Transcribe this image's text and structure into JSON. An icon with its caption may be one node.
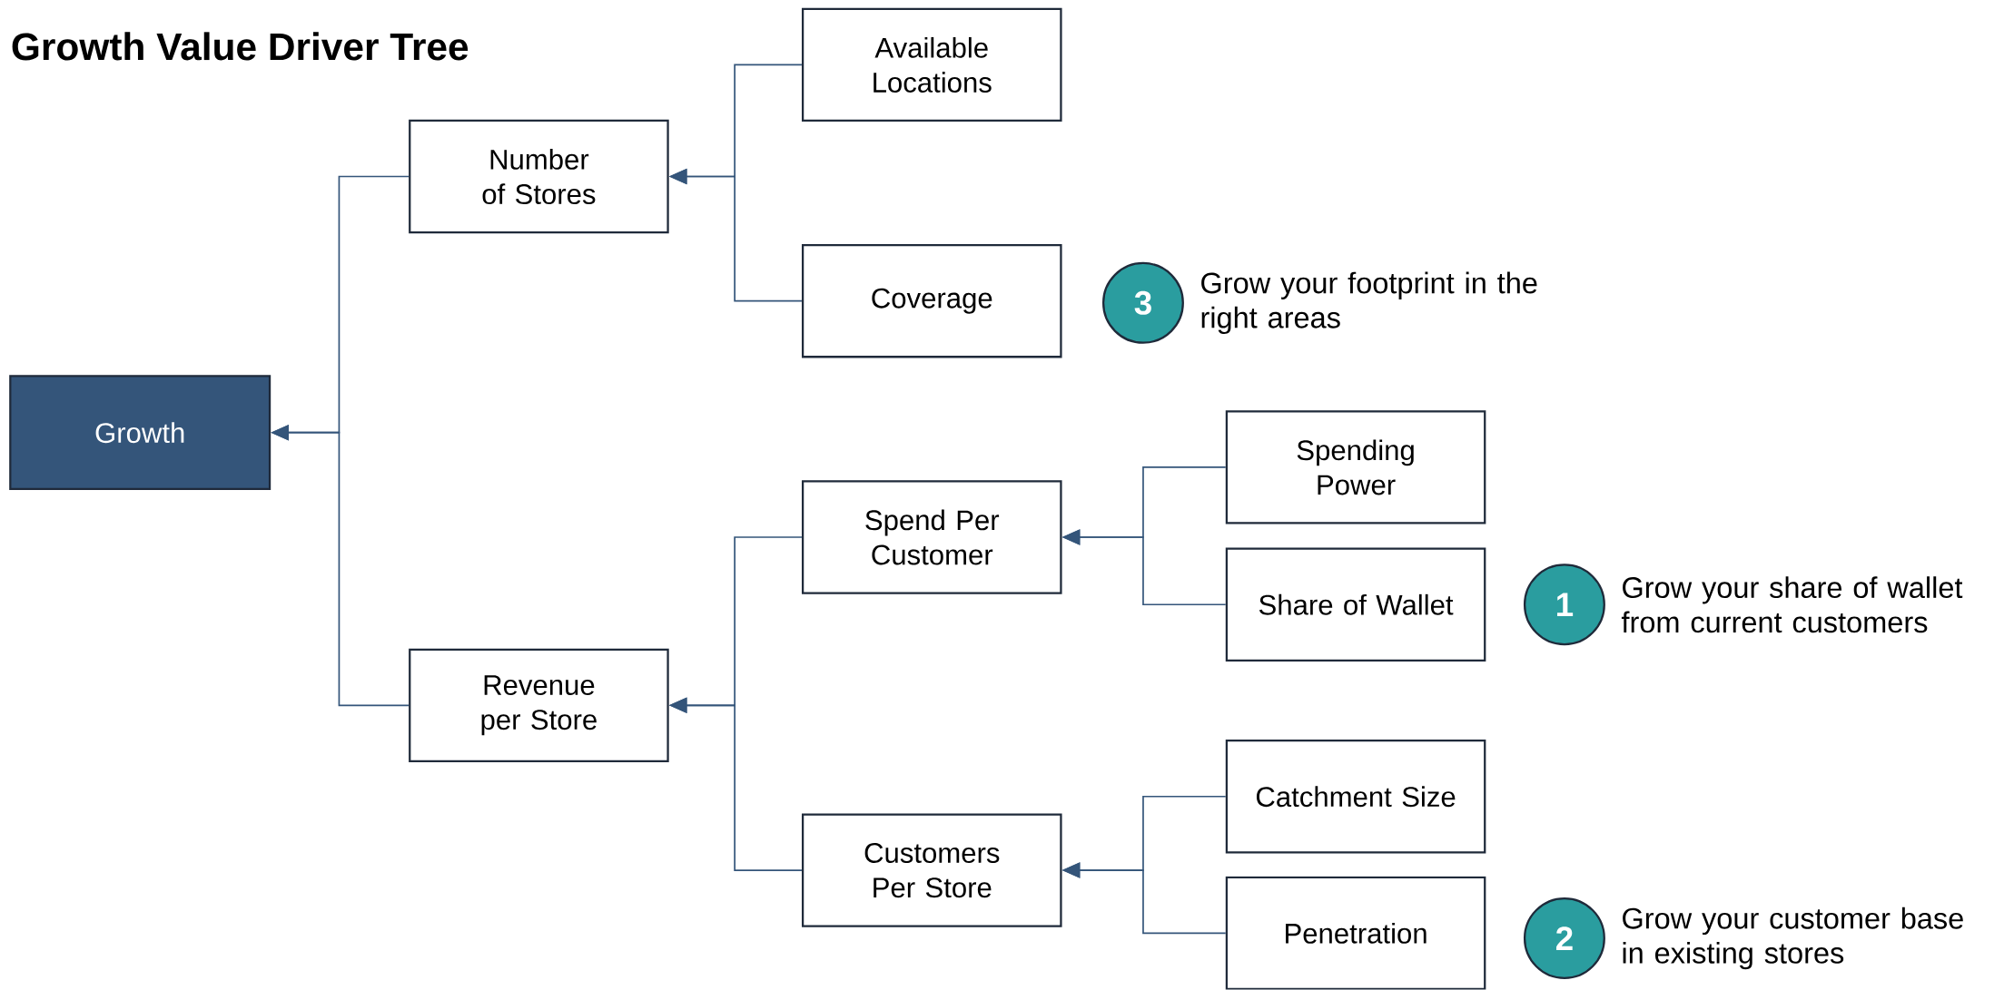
{
  "diagram": {
    "title": "Growth Value Driver Tree",
    "nodes": [
      {
        "text": [
          "Growth"
        ]
      },
      {
        "text": [
          "Number of Stores"
        ]
      },
      {
        "text": [
          "Revenue per Store"
        ]
      },
      {
        "text": [
          "Available Locations"
        ]
      },
      {
        "text": [
          "Coverage"
        ]
      },
      {
        "text": [
          "Spend Per Customer"
        ]
      },
      {
        "text": [
          "Customers Per Store"
        ]
      },
      {
        "text": [
          "Spending Power"
        ]
      },
      {
        "text": [
          "Share of Wallet"
        ]
      },
      {
        "text": [
          "Catchment Size"
        ]
      },
      {
        "text": [
          "Penetration"
        ]
      },
      {
        "text": [
          "3"
        ],
        "beside": [
          "Grow your footprint in the right areas"
        ]
      },
      {
        "text": [
          "1"
        ],
        "beside": [
          "Grow your share of wallet from current customers"
        ]
      },
      {
        "text": [
          "2"
        ],
        "beside": [
          "Grow your customer base in existing stores"
        ]
      }
    ],
    "edges": [
      {
        "from": 1,
        "to": 0,
        "arrow": "to"
      },
      {
        "from": 2,
        "to": 0,
        "arrow": "to"
      },
      {
        "from": 3,
        "to": 1,
        "arrow": "to"
      },
      {
        "from": 4,
        "to": 1,
        "arrow": "to"
      },
      {
        "from": 5,
        "to": 2,
        "arrow": "to"
      },
      {
        "from": 6,
        "to": 2,
        "arrow": "to"
      },
      {
        "from": 7,
        "to": 5,
        "arrow": "to"
      },
      {
        "from": 8,
        "to": 5,
        "arrow": "to"
      },
      {
        "from": 9,
        "to": 6,
        "arrow": "to"
      },
      {
        "from": 10,
        "to": 6,
        "arrow": "to"
      }
    ]
  }
}
